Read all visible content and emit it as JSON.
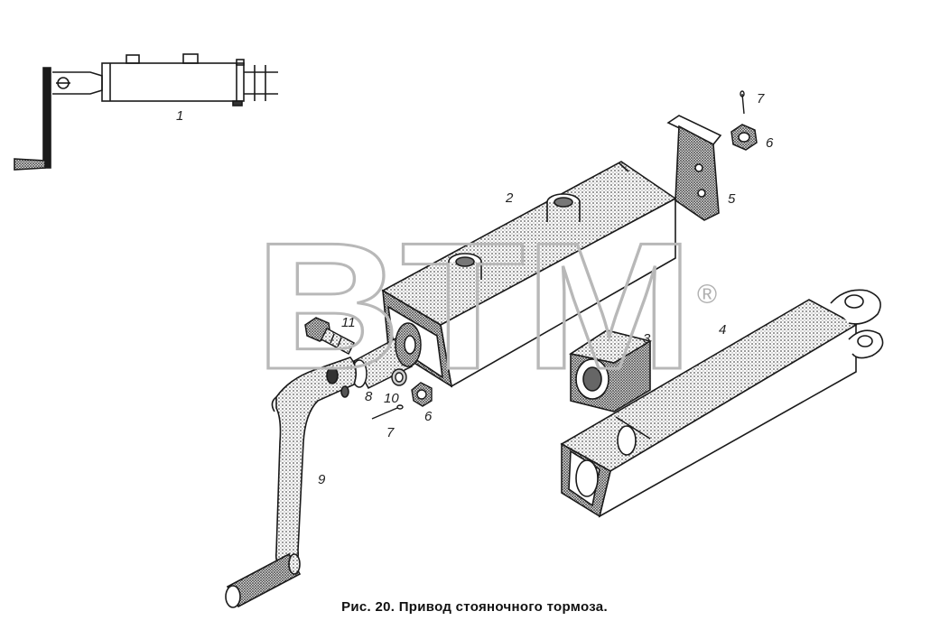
{
  "caption": "Рис. 20. Привод стояночного тормоза.",
  "watermark": {
    "letters": "BTM",
    "registered": "®"
  },
  "part_numbers": [
    "1",
    "2",
    "3",
    "4",
    "5",
    "6",
    "7",
    "6",
    "7",
    "8",
    "9",
    "10",
    "11"
  ],
  "colors": {
    "line": "#1a1a1a",
    "shade": "#9a9a9a",
    "watermark": "#b8b8b8"
  }
}
